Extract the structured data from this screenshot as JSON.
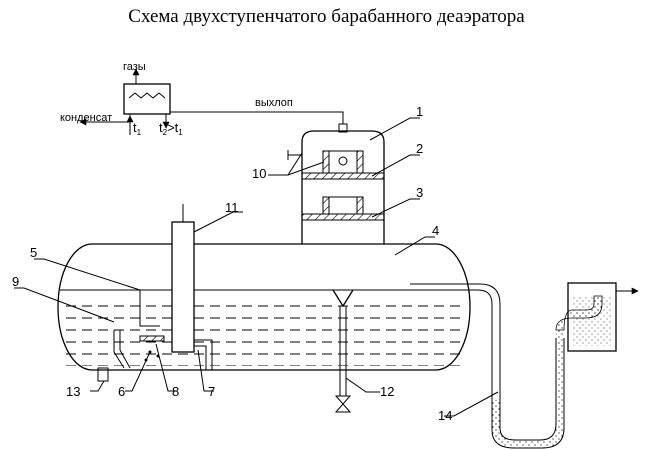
{
  "title": "Схема двухступенчатого барабанного деаэратора",
  "cooler": {
    "gases": "газы",
    "condensate": "конденсат",
    "t1": "t",
    "t1_sub": "1",
    "t2": "t",
    "t2_sub": "2",
    "t2_rel": ">t",
    "t2_rel_sub": "1",
    "exhaust": "выхлоп"
  },
  "callouts": [
    "1",
    "2",
    "3",
    "4",
    "5",
    "6",
    "7",
    "8",
    "9",
    "10",
    "11",
    "12",
    "13",
    "14"
  ]
}
